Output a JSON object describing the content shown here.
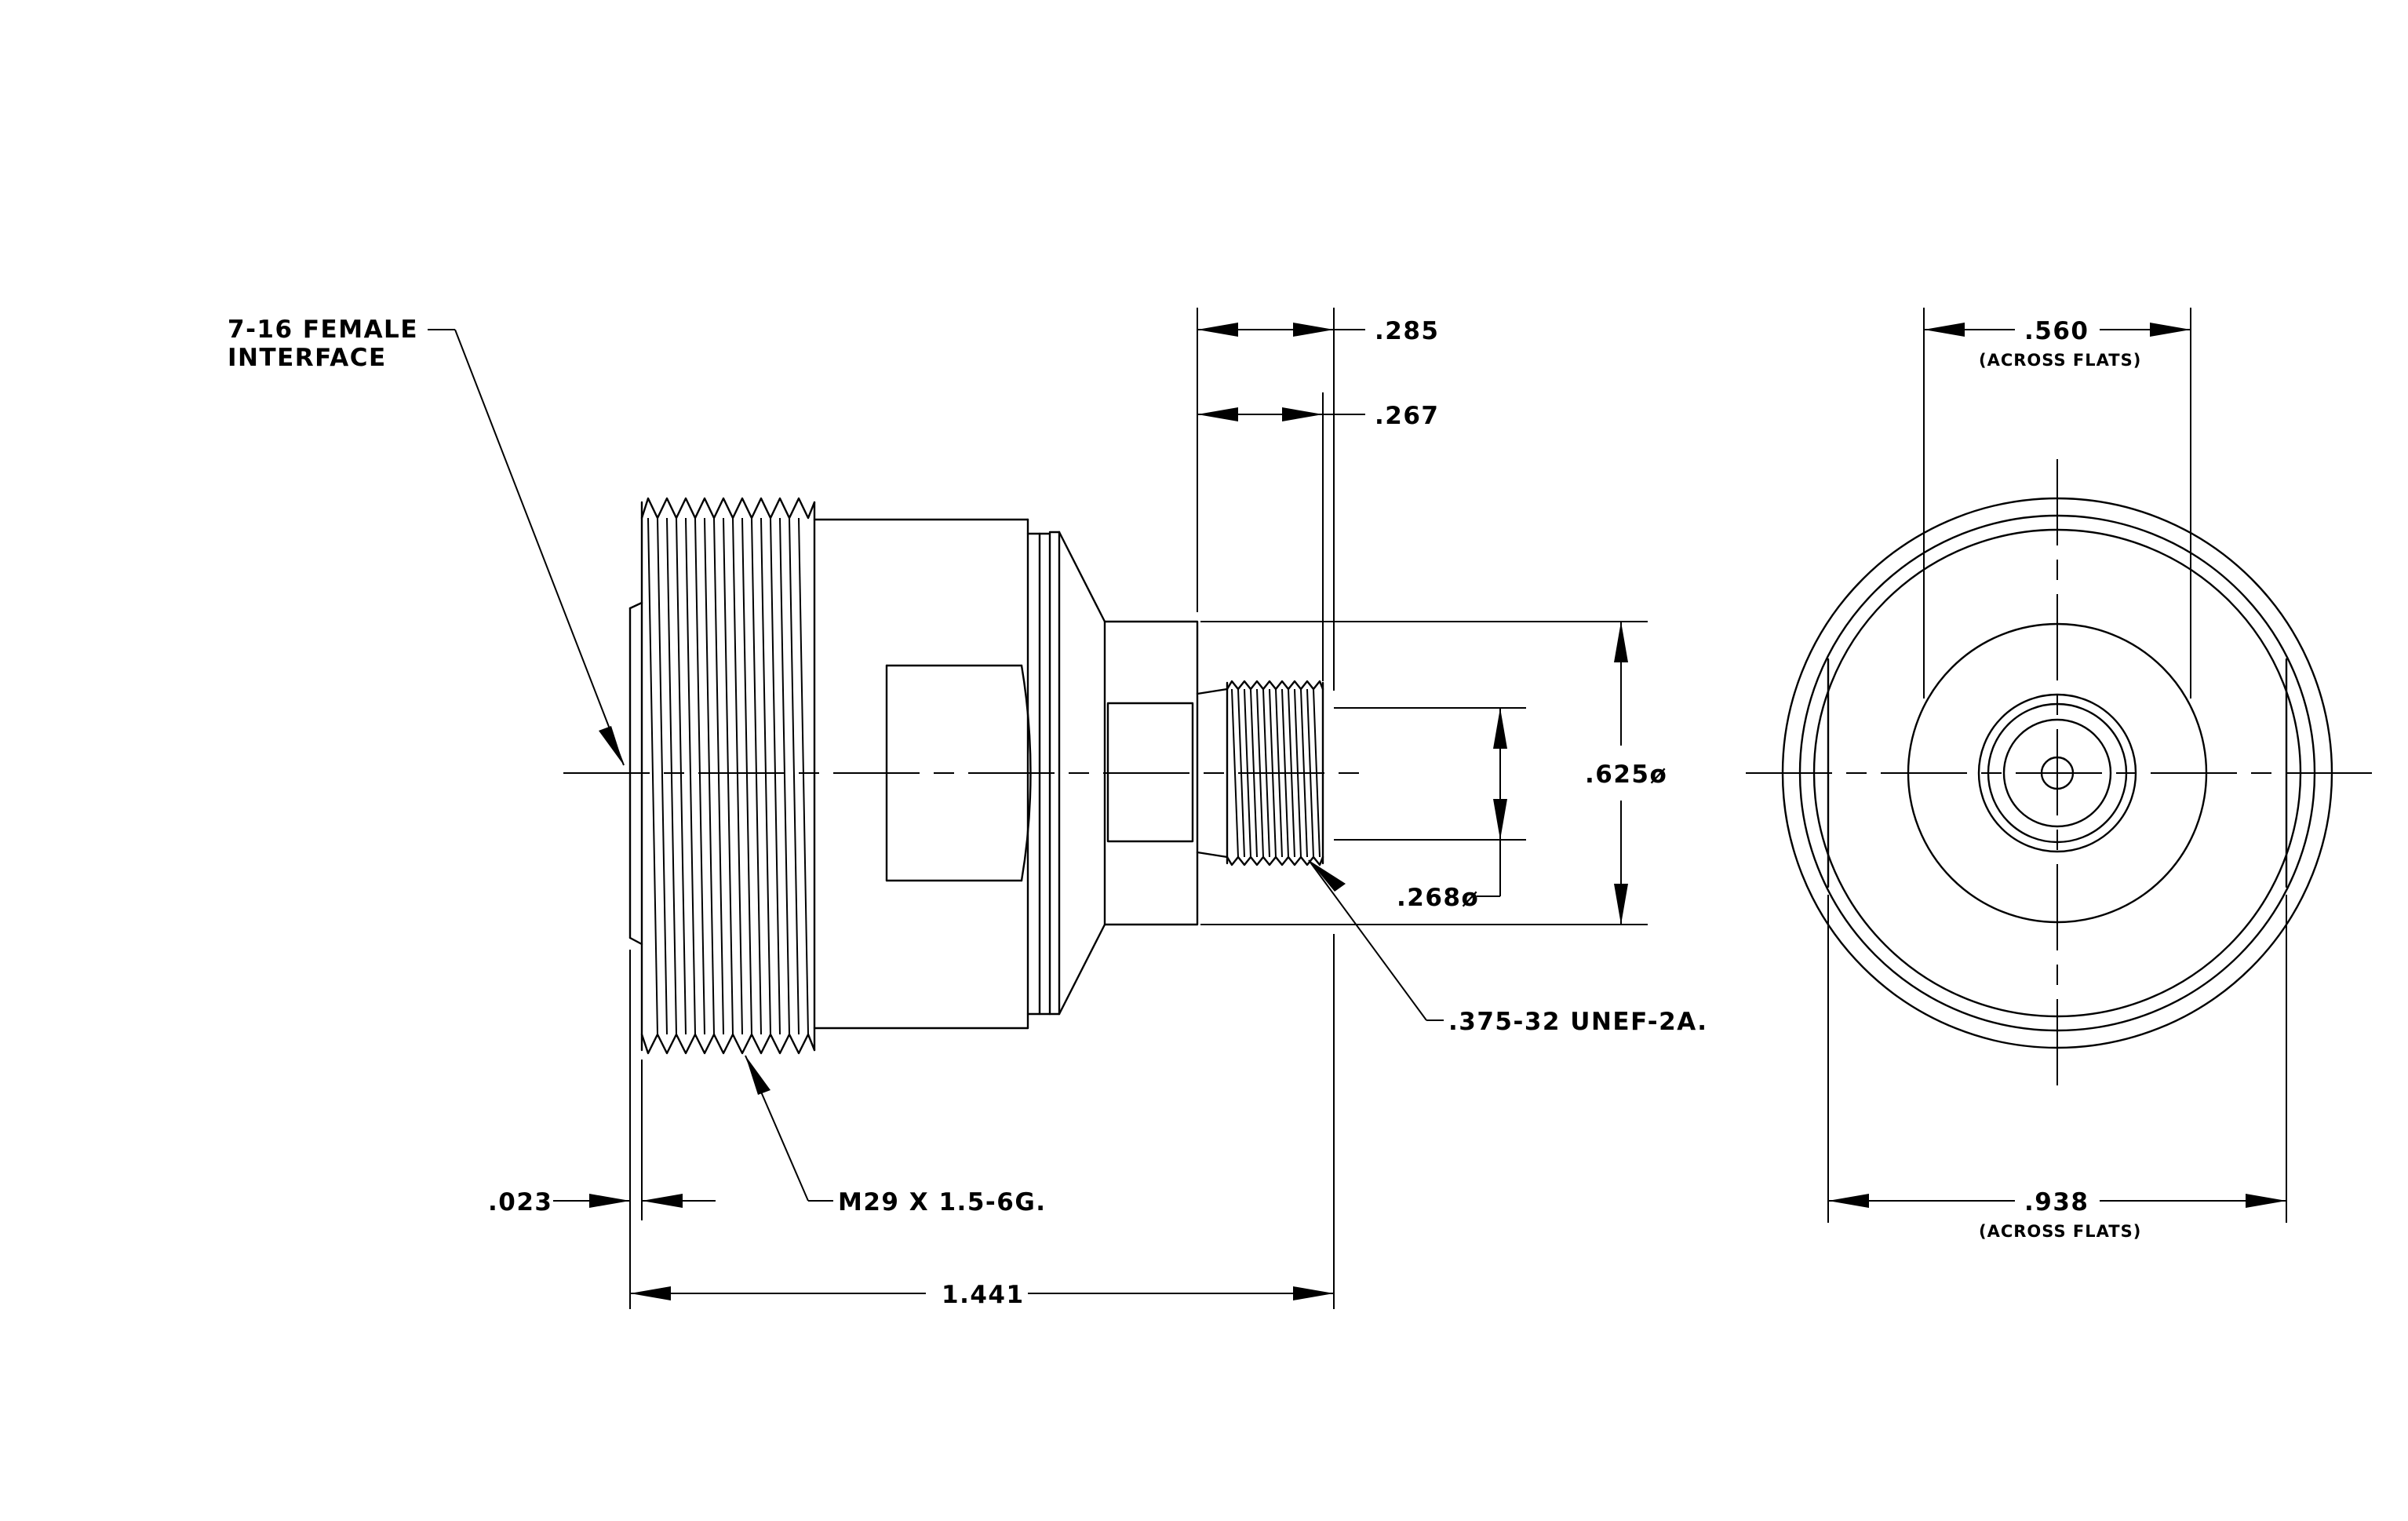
{
  "labels": {
    "interface_line1": "7-16 FEMALE",
    "interface_line2": "INTERFACE",
    "dim_285": ".285",
    "dim_267": ".267",
    "dim_560": ".560",
    "across_flats_top": "(ACROSS FLATS)",
    "dim_625": ".625ø",
    "dim_268": ".268ø",
    "thread_375": ".375-32 UNEF-2A.",
    "thread_m29": "M29 X 1.5-6G.",
    "dim_023": ".023",
    "dim_1441": "1.441",
    "dim_938": ".938",
    "across_flats_bottom": "(ACROSS FLATS)"
  }
}
